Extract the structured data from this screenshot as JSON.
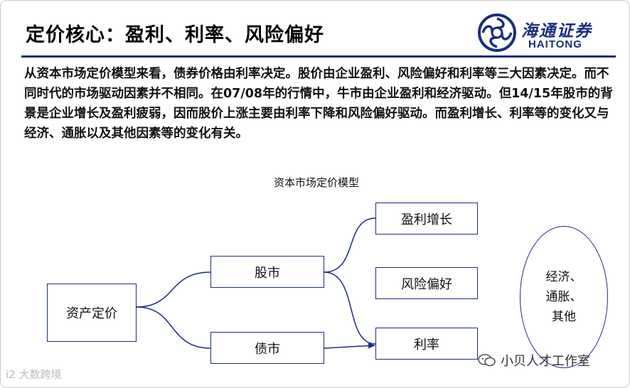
{
  "header": {
    "title": "定价核心：盈利、利率、风险偏好",
    "logo_cn": "海通证券",
    "logo_en": "HAITONG"
  },
  "intro_text": "从资本市场定价模型来看，债券价格由利率决定。股价由企业盈利、风险偏好和利率等三大因素决定。而不同时代的市场驱动因素并不相同。在07/08年的行情中，牛市由企业盈利和经济驱动。但14/15年股市的背景是企业增长及盈利疲弱，因而股价上涨主要由利率下降和风险偏好驱动。而盈利增长、利率等的变化又与经济、通胀以及其他因素等的变化有关。",
  "diagram": {
    "title": "资本市场定价模型",
    "nodes": {
      "asset": "资产定价",
      "stock": "股市",
      "bond": "债市",
      "earnings": "盈利增长",
      "risk": "风险偏好",
      "rate": "利率"
    },
    "ellipse_lines": [
      "经济、",
      "通胀、",
      "其他"
    ]
  },
  "watermarks": {
    "right": "小贝人才工作室",
    "left": "i2 大数跨境"
  },
  "colors": {
    "accent": "#1a2d80",
    "text": "#101010"
  }
}
